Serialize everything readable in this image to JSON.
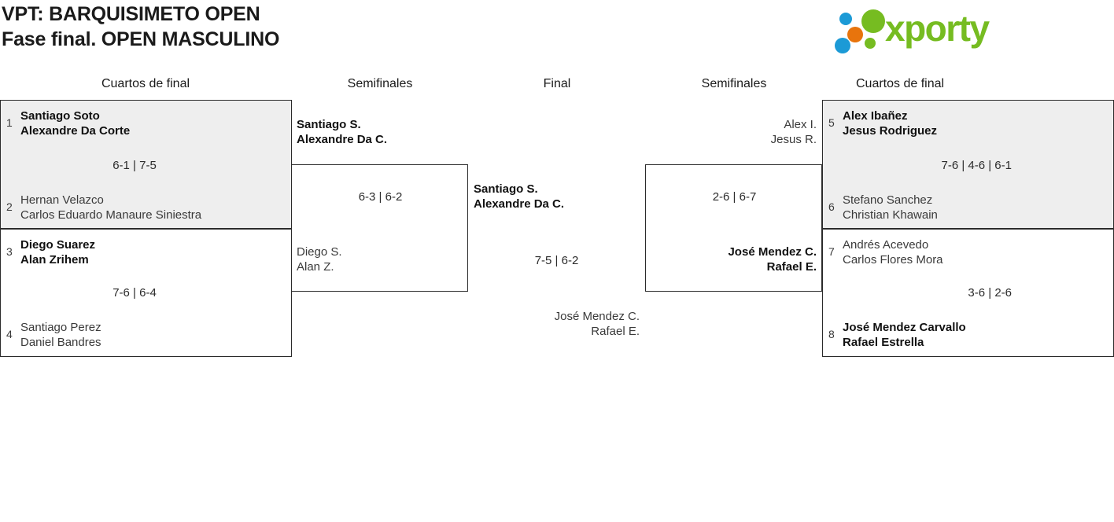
{
  "header": {
    "title_line1": "VPT: BARQUISIMETO OPEN",
    "title_line2": "Fase final. OPEN MASCULINO",
    "logo_word": "xporty",
    "logo_green": "#76bc21",
    "logo_blue": "#1c9ad6",
    "logo_orange": "#e8740c"
  },
  "rounds": {
    "left_quarters": "Cuartos de final",
    "left_semis": "Semifinales",
    "final": "Final",
    "right_semis": "Semifinales",
    "right_quarters": "Cuartos de final"
  },
  "bracket": {
    "left_quarterfinals": [
      {
        "top": {
          "seed": "1",
          "player1": "Santiago Soto",
          "player2": "Alexandre Da Corte",
          "winner": true
        },
        "bottom": {
          "seed": "2",
          "player1": "Hernan Velazco",
          "player2": "Carlos Eduardo Manaure Siniestra",
          "winner": false
        },
        "score": "6-1 | 7-5",
        "shaded": true
      },
      {
        "top": {
          "seed": "3",
          "player1": "Diego Suarez",
          "player2": "Alan Zrihem",
          "winner": true
        },
        "bottom": {
          "seed": "4",
          "player1": "Santiago Perez",
          "player2": "Daniel Bandres",
          "winner": false
        },
        "score": "7-6 | 6-4",
        "shaded": false
      }
    ],
    "left_semifinal": {
      "top": {
        "player1": "Santiago S.",
        "player2": "Alexandre Da C.",
        "winner": true
      },
      "bottom": {
        "player1": "Diego S.",
        "player2": "Alan Z.",
        "winner": false
      },
      "score": "6-3 | 6-2"
    },
    "final": {
      "top": {
        "player1": "Santiago S.",
        "player2": "Alexandre Da C.",
        "winner": true
      },
      "bottom": {
        "player1": "José Mendez C.",
        "player2": "Rafael E.",
        "winner": false
      },
      "score": "7-5 | 6-2"
    },
    "right_semifinal": {
      "top": {
        "player1": "Alex I.",
        "player2": "Jesus R.",
        "winner": false
      },
      "bottom": {
        "player1": "José Mendez C.",
        "player2": "Rafael E.",
        "winner": true
      },
      "score": "2-6 | 6-7"
    },
    "right_quarterfinals": [
      {
        "top": {
          "seed": "5",
          "player1": "Alex Ibañez",
          "player2": "Jesus Rodriguez",
          "winner": true
        },
        "bottom": {
          "seed": "6",
          "player1": "Stefano Sanchez",
          "player2": "Christian Khawain",
          "winner": false
        },
        "score": "7-6 | 4-6 | 6-1",
        "shaded": true
      },
      {
        "top": {
          "seed": "7",
          "player1": "Andrés Acevedo",
          "player2": "Carlos Flores Mora",
          "winner": false
        },
        "bottom": {
          "seed": "8",
          "player1": "José Mendez Carvallo",
          "player2": "Rafael Estrella",
          "winner": true
        },
        "score": "3-6 | 2-6",
        "shaded": false
      }
    ]
  }
}
